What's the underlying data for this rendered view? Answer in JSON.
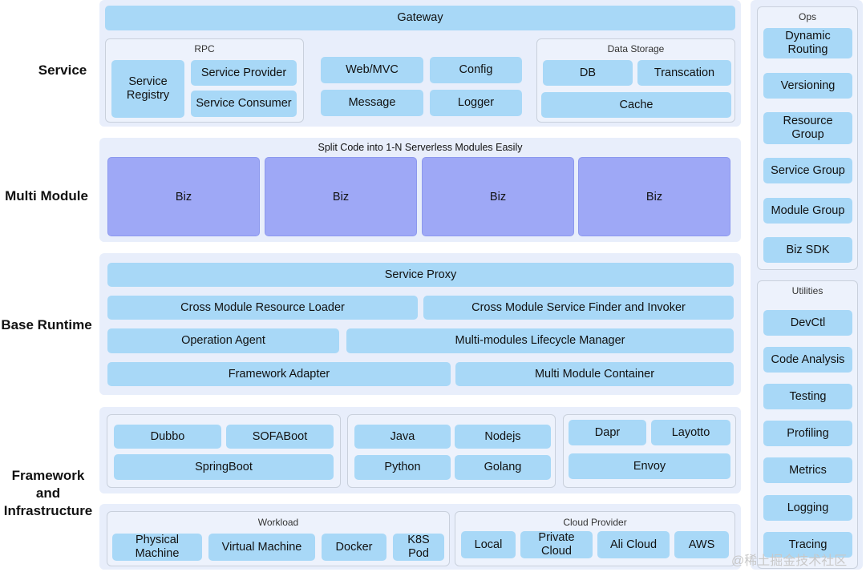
{
  "row_labels": {
    "service": "Service",
    "multi_module": "Multi Module",
    "base_runtime": "Base Runtime",
    "framework_line1": "Framework",
    "framework_line2": "and",
    "framework_line3": "Infrastructure"
  },
  "service": {
    "gateway": "Gateway",
    "rpc": {
      "title": "RPC",
      "registry_line1": "Service",
      "registry_line2": "Registry",
      "provider": "Service Provider",
      "consumer": "Service Consumer"
    },
    "web_mvc": "Web/MVC",
    "config": "Config",
    "message": "Message",
    "logger": "Logger",
    "storage": {
      "title": "Data Storage",
      "db": "DB",
      "transaction": "Transcation",
      "cache": "Cache"
    }
  },
  "multi_module": {
    "title": "Split Code into 1-N Serverless Modules Easily",
    "biz": [
      "Biz",
      "Biz",
      "Biz",
      "Biz"
    ]
  },
  "base_runtime": {
    "service_proxy": "Service Proxy",
    "resource_loader": "Cross Module Resource Loader",
    "service_finder": "Cross Module Service Finder and Invoker",
    "operation_agent": "Operation Agent",
    "lifecycle_manager": "Multi-modules Lifecycle Manager",
    "framework_adapter": "Framework Adapter",
    "module_container": "Multi Module Container"
  },
  "framework": {
    "dubbo": "Dubbo",
    "sofaboot": "SOFABoot",
    "springboot": "SpringBoot",
    "java": "Java",
    "nodejs": "Nodejs",
    "python": "Python",
    "golang": "Golang",
    "dapr": "Dapr",
    "layotto": "Layotto",
    "envoy": "Envoy"
  },
  "infrastructure": {
    "workload": {
      "title": "Workload",
      "physical_line1": "Physical",
      "physical_line2": "Machine",
      "virtual_machine": "Virtual Machine",
      "docker": "Docker",
      "k8s_line1": "K8S",
      "k8s_line2": "Pod"
    },
    "cloud": {
      "title": "Cloud Provider",
      "local": "Local",
      "private_line1": "Private",
      "private_line2": "Cloud",
      "ali_cloud": "Ali Cloud",
      "aws": "AWS"
    }
  },
  "ops": {
    "title": "Ops",
    "dynamic_line1": "Dynamic",
    "dynamic_line2": "Routing",
    "versioning": "Versioning",
    "resource_line1": "Resource",
    "resource_line2": "Group",
    "service_group": "Service Group",
    "module_group": "Module Group",
    "biz_sdk": "Biz SDK"
  },
  "utilities": {
    "title": "Utilities",
    "items": [
      "DevCtl",
      "Code Analysis",
      "Testing",
      "Profiling",
      "Metrics",
      "Logging",
      "Tracing"
    ]
  },
  "watermark": "@稀土掘金技术社区",
  "colors": {
    "panel": "#e8eefb",
    "box": "#a8d8f7",
    "biz": "#9ea8f6",
    "group_border": "#c9d0dc"
  }
}
